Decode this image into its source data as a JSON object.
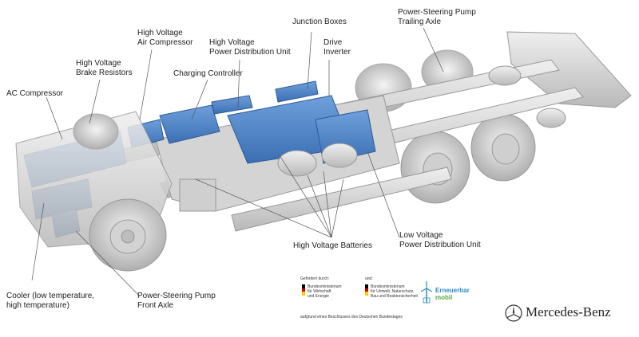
{
  "labels": {
    "ac_compressor": "AC Compressor",
    "brake_resistors": [
      "High Voltage",
      "Brake Resistors"
    ],
    "air_compressor": [
      "High Voltage",
      "Air Compressor"
    ],
    "pdu_high": [
      "High Voltage",
      "Power Distribution Unit"
    ],
    "charging_controller": "Charging Controller",
    "junction_boxes": "Junction Boxes",
    "drive_inverter": [
      "Drive",
      "Inverter"
    ],
    "steering_trailing": [
      "Power-Steering Pump",
      "Trailing Axle"
    ],
    "batteries": "High Voltage Batteries",
    "pdu_low": [
      "Low Voltage",
      "Power Distribution Unit"
    ],
    "cooler": [
      "Cooler (low temperature,",
      "high temperature)"
    ],
    "steering_front": [
      "Power-Steering Pump",
      "Front Axle"
    ]
  },
  "footer": {
    "funded_by": "Gefördert durch:",
    "and": "und:",
    "ministry1": [
      "Bundesministerium",
      "für Wirtschaft",
      "und Energie"
    ],
    "ministry2": [
      "Bundesministerium",
      "für Umwelt, Naturschutz,",
      "Bau und Reaktorsicherheit"
    ],
    "resolution": "aufgrund eines Beschlusses des Deutschen Bundestages",
    "erneuerbar": [
      "Erneuerbar",
      "mobil"
    ],
    "brand": "Mercedes-Benz"
  },
  "colors": {
    "component_blue": "#4a82c9",
    "chassis_gray": "#d9d9d9",
    "erneuerbar_blue": "#2b8bc6"
  }
}
